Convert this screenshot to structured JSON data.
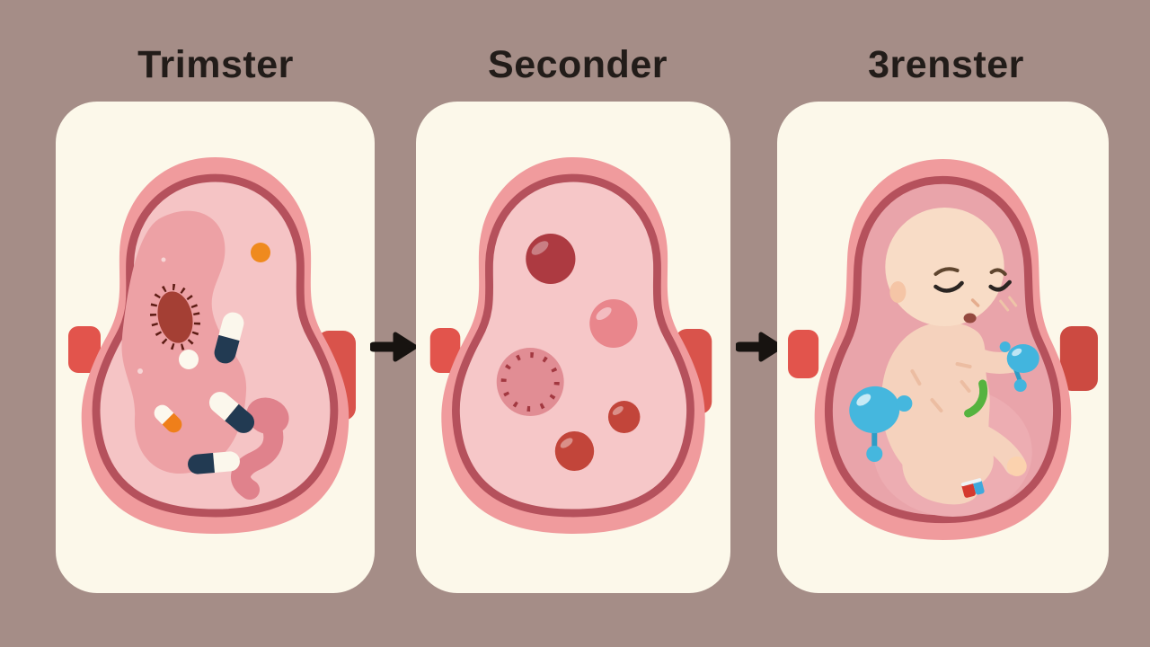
{
  "page": {
    "background_color": "#a58d87",
    "card_color": "#fcf8ea",
    "title_color": "#221c19",
    "arrow_color": "#171310"
  },
  "panels": [
    {
      "title": "Trimster",
      "illustration": "uterus-with-medication",
      "elements": [
        "uterus",
        "virus-cell",
        "orange-pill",
        "white-pills",
        "white-navy-capsules",
        "white-orange-capsule",
        "embryo-swirl"
      ],
      "colors": {
        "uterus_outer": "#f09b9d",
        "uterus_ring": "#b5515c",
        "uterus_inner": "#f5c4c5",
        "capsule_navy": "#223a52",
        "pill_orange": "#ef8a1e",
        "virus_red": "#a43f34"
      }
    },
    {
      "title": "Seconder",
      "illustration": "uterus-with-cells",
      "elements": [
        "uterus",
        "dark-red-cell",
        "pink-cell",
        "ticked-cell",
        "red-cells"
      ],
      "colors": {
        "uterus_outer": "#f09b9d",
        "uterus_ring": "#b5515c",
        "uterus_inner": "#f6c7c8",
        "cell_dark_red": "#ad3a41",
        "cell_pink": "#e9868c",
        "cell_red": "#c2453a",
        "cell_ticked": "#e18d94"
      }
    },
    {
      "title": "3renster",
      "illustration": "uterus-with-fetus",
      "elements": [
        "uterus",
        "fetus",
        "blue-rattle-left",
        "blue-rattle-right",
        "green-cord",
        "ankle-band"
      ],
      "colors": {
        "uterus_outer": "#f09b9d",
        "uterus_ring": "#b5515c",
        "uterus_inner": "#e9a4aa",
        "fetus_skin": "#f8dcc6",
        "rattle_blue": "#45b7de",
        "cord_green": "#55b33f"
      }
    }
  ],
  "arrows": [
    {
      "icon": "arrow-right-icon"
    },
    {
      "icon": "arrow-right-icon"
    }
  ]
}
